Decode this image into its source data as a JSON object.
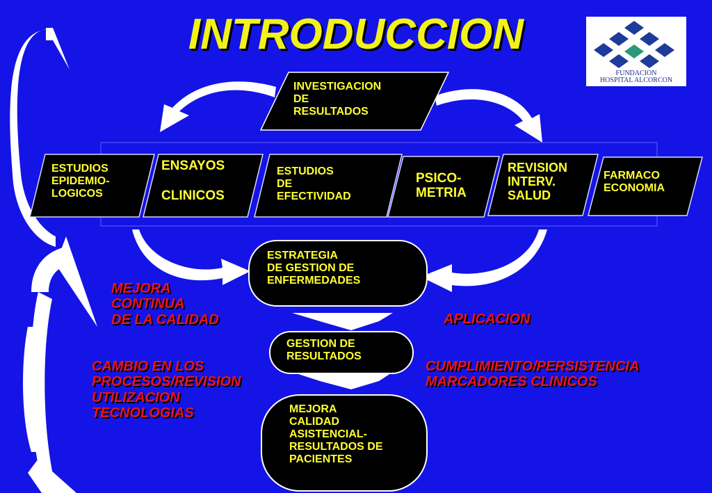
{
  "title": "INTRODUCCION",
  "logo": {
    "caption": "FUNDACION\nHOSPITAL ALCORCON",
    "colors": [
      "#1e3a9a",
      "#2a9a7a"
    ]
  },
  "boxes": {
    "investigacion": "INVESTIGACION\nDE\nRESULTADOS",
    "epidemiologicos": "ESTUDIOS\nEPIDEMIO-\nLOGICOS",
    "ensayos": "ENSAYOS\n\nCLINICOS",
    "efectividad": "ESTUDIOS\nDE\nEFECTIVIDAD",
    "psicometria": "PSICO-\nMETRIA",
    "revision": "REVISION\nINTERV.\nSALUD",
    "farmaco": "FARMACO\nECONOMIA",
    "estrategia": "ESTRATEGIA\nDE GESTION DE\nENFERMEDADES",
    "gestion": "GESTION DE\nRESULTADOS",
    "mejora_calidad": "MEJORA\nCALIDAD\nASISTENCIAL-\nRESULTADOS DE\nPACIENTES"
  },
  "labels": {
    "mejora_continua": "MEJORA\nCONTINUA\nDE LA CALIDAD",
    "aplicacion": "APLICACION",
    "cambio": "CAMBIO EN LOS\nPROCESOS/REVISION\nUTILIZACION\nTECNOLOGIAS",
    "cumplimiento": "CUMPLIMIENTO/PERSISTENCIA\nMARCADORES CLINICOS"
  },
  "colors": {
    "background": "#1414e6",
    "box_fill": "#000000",
    "box_text": "#ffff33",
    "label_red": "#e8141c",
    "arrow": "#ffffff"
  }
}
